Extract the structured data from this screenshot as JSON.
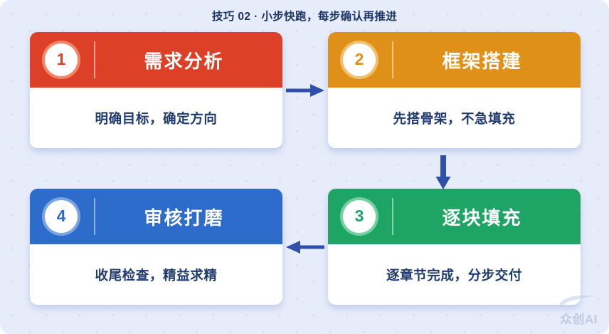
{
  "page": {
    "title": "技巧 02 · 小步快跑，每步确认再推进",
    "background_color": "#e7ecfb",
    "title_color": "#1d3566",
    "body_text_color": "#1f3a6e",
    "arrow_color": "#2f4fa8"
  },
  "steps": [
    {
      "number": "1",
      "heading": "需求分析",
      "description": "明确目标，确定方向",
      "color": "#dc4128",
      "ring_color": "#f18568"
    },
    {
      "number": "2",
      "heading": "框架搭建",
      "description": "先搭骨架，不急填充",
      "color": "#df9019",
      "ring_color": "#f0bf6b"
    },
    {
      "number": "3",
      "heading": "逐块填充",
      "description": "逐章节完成，分步交付",
      "color": "#1ea566",
      "ring_color": "#74cfa3"
    },
    {
      "number": "4",
      "heading": "审核打磨",
      "description": "收尾检查，精益求精",
      "color": "#2d6ccb",
      "ring_color": "#7ba5e2"
    }
  ],
  "connectors": [
    {
      "name": "arrow-step1-to-step2",
      "direction": "right"
    },
    {
      "name": "arrow-step2-to-step3",
      "direction": "down"
    },
    {
      "name": "arrow-step3-to-step4",
      "direction": "left"
    }
  ],
  "watermark": {
    "text": "众创AI",
    "color": "#9fb0cc"
  }
}
